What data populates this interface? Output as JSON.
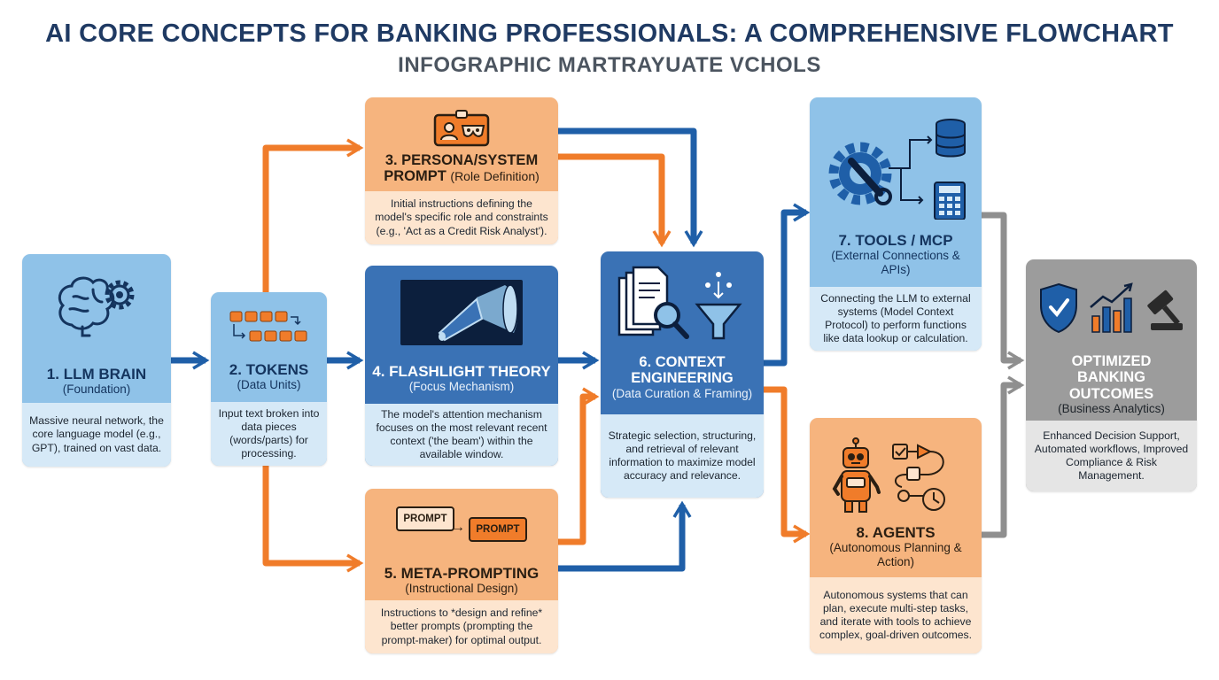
{
  "header": {
    "title": "AI CORE CONCEPTS FOR BANKING PROFESSIONALS: A COMPREHENSIVE FLOWCHART",
    "subtitle": "INFOGRAPHIC MARTRAYUATE VCHOLS"
  },
  "colors": {
    "dark_blue": "#1f5fa8",
    "orange": "#f07c2a",
    "gray": "#8f8f8f",
    "navy": "#1f3a63"
  },
  "nodes": {
    "llm_brain": {
      "title": "1. LLM BRAIN",
      "subtitle": "(Foundation)",
      "description": "Massive neural network, the core language model (e.g., GPT), trained on vast data.",
      "icon": "brain-gear-icon"
    },
    "tokens": {
      "title": "2. TOKENS",
      "subtitle": "(Data Units)",
      "description": "Input text broken into data pieces (words/parts) for processing.",
      "icon": "token-blocks-icon"
    },
    "persona": {
      "title": "3. PERSONA/SYSTEM PROMPT",
      "subtitle": "(Role Definition)",
      "description": "Initial instructions defining the model's specific role and constraints (e.g., 'Act as a Credit Risk Analyst').",
      "icon": "id-badge-mask-icon"
    },
    "flashlight": {
      "title": "4. FLASHLIGHT THEORY",
      "subtitle": "(Focus Mechanism)",
      "description": "The model's attention mechanism focuses on the most relevant recent context ('the beam') within the available window.",
      "icon": "flashlight-icon"
    },
    "meta_prompting": {
      "title": "5. META-PROMPTING",
      "subtitle": "(Instructional Design)",
      "description": "Instructions to *design and refine* better prompts (prompting the prompt-maker) for optimal output.",
      "icon": "prompt-bubbles-icon",
      "bubble_left": "PROMPT",
      "bubble_right": "PROMPT"
    },
    "context": {
      "title": "6. CONTEXT ENGINEERING",
      "subtitle": "(Data Curation & Framing)",
      "description": "Strategic selection, structuring, and retrieval of relevant information to maximize model accuracy and relevance.",
      "icon": "documents-magnifier-funnel-icon"
    },
    "tools": {
      "title": "7. TOOLS / MCP",
      "subtitle": "(External Connections & APIs)",
      "description": "Connecting the LLM to external systems (Model Context Protocol) to perform functions like data lookup or calculation.",
      "icon": "gear-wrench-database-calculator-icon"
    },
    "agents": {
      "title": "8. AGENTS",
      "subtitle": "(Autonomous Planning & Action)",
      "description": "Autonomous systems that can plan, execute multi-step tasks, and iterate with tools to achieve complex, goal-driven outcomes.",
      "icon": "robot-workflow-icon"
    },
    "outcomes": {
      "title": "OPTIMIZED BANKING OUTCOMES",
      "subtitle": "(Business Analytics)",
      "description": "Enhanced Decision Support, Automated workflows, Improved Compliance & Risk Management.",
      "icon": "shield-chart-gavel-icon"
    }
  }
}
